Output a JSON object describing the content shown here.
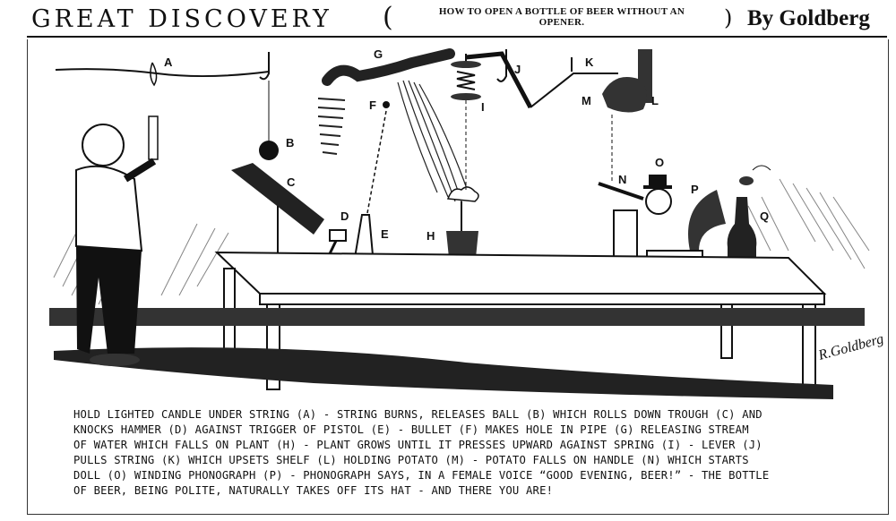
{
  "header": {
    "title": "GREAT DISCOVERY",
    "paren_open": "(",
    "subtitle_line1": "HOW TO OPEN A BOTTLE OF BEER WITHOUT AN",
    "subtitle_line2": "OPENER.",
    "paren_close": ")",
    "byline": "By Goldberg"
  },
  "labels": {
    "A": "A",
    "B": "B",
    "C": "C",
    "D": "D",
    "E": "E",
    "F": "F",
    "G": "G",
    "H": "H",
    "I": "I",
    "J": "J",
    "K": "K",
    "L": "L",
    "M": "M",
    "N": "N",
    "O": "O",
    "P": "P",
    "Q": "Q"
  },
  "caption": {
    "lines": [
      "Hold lighted candle under string (A) - string burns, releases ball (B) which rolls down trough (C) and",
      "knocks hammer (D) against trigger of pistol (E) - bullet (F) makes hole in pipe (G) releasing stream",
      "of water which falls on plant (H) - plant grows until it presses upward against spring (I) - lever (J)",
      "pulls string (K) which upsets shelf (L) holding potato (M) - potato falls on handle (N) which starts",
      "doll (O) winding phonograph (P) - phonograph says, in a female voice “Good evening, beer!” - the bottle",
      "of beer, being polite, naturally takes off its hat - and there you are!"
    ]
  },
  "signature": "R.Goldberg"
}
